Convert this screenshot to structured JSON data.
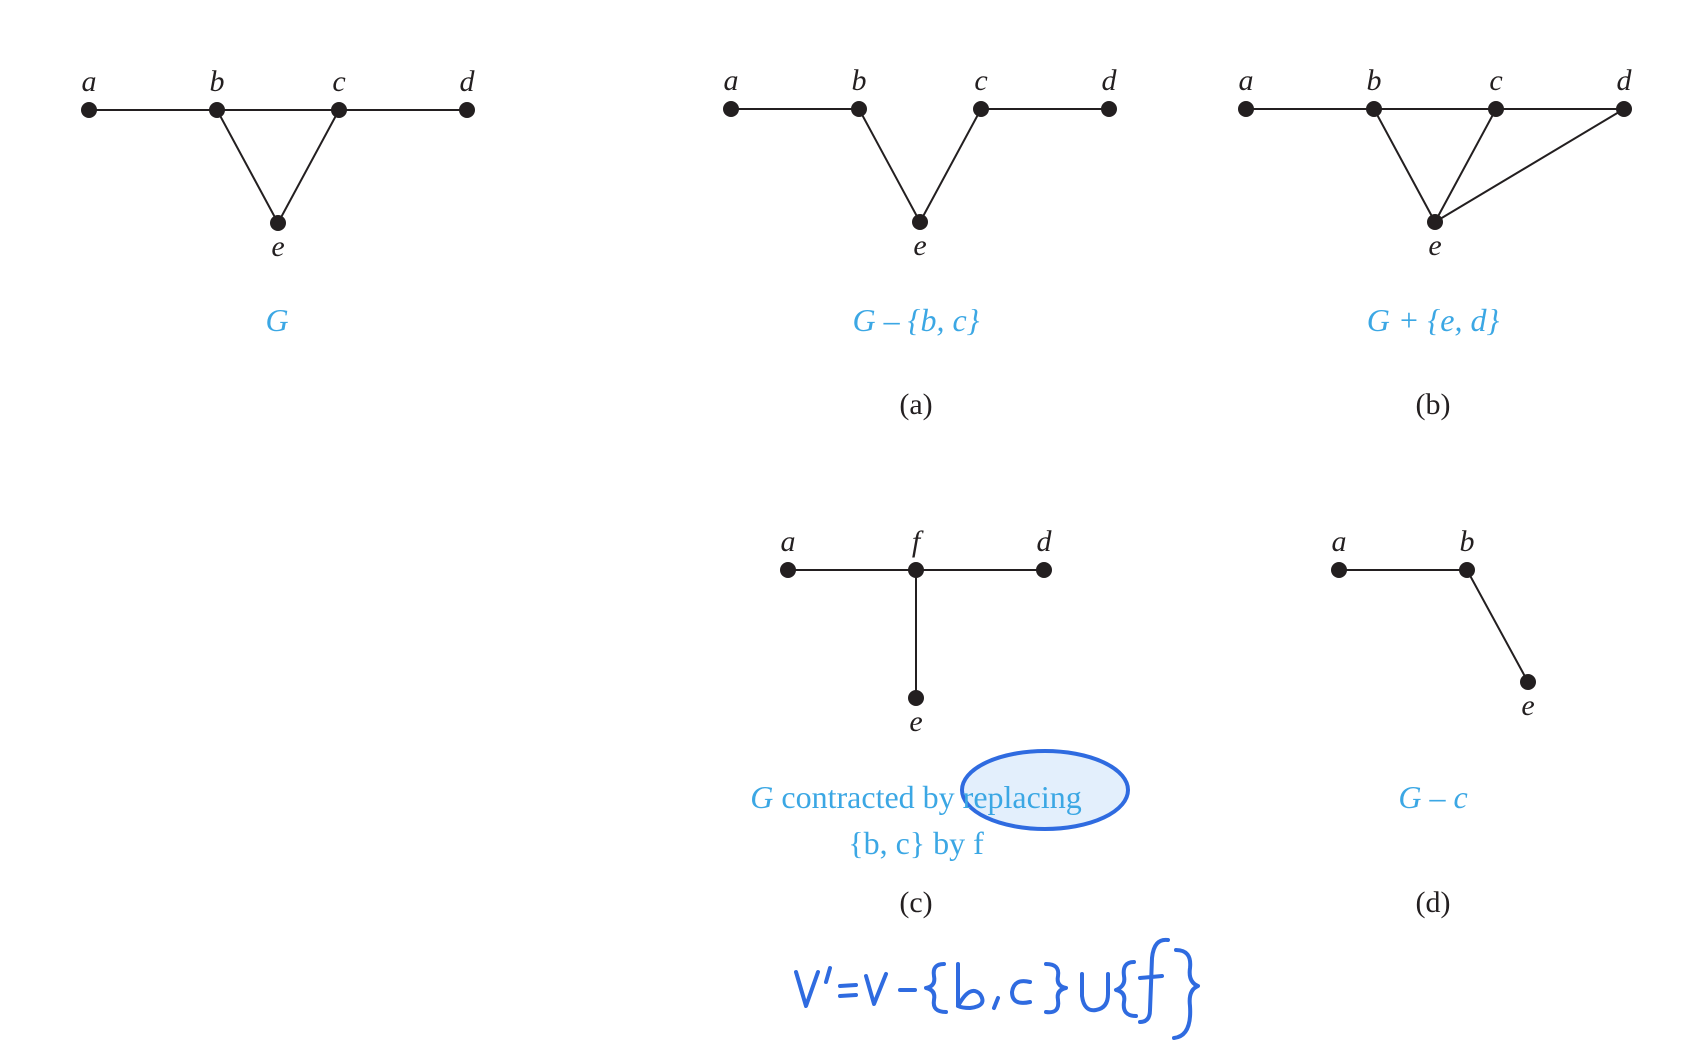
{
  "graphs": [
    {
      "id": "G",
      "caption": "G",
      "sublabel": "",
      "vertices": [
        "a",
        "b",
        "c",
        "d",
        "e"
      ],
      "edges": [
        [
          "a",
          "b"
        ],
        [
          "b",
          "c"
        ],
        [
          "c",
          "d"
        ],
        [
          "b",
          "e"
        ],
        [
          "c",
          "e"
        ]
      ]
    },
    {
      "id": "a",
      "caption_prefix": "G",
      "caption_rest": " – {b, c}",
      "sublabel": "(a)",
      "vertices": [
        "a",
        "b",
        "c",
        "d",
        "e"
      ],
      "edges": [
        [
          "a",
          "b"
        ],
        [
          "c",
          "d"
        ],
        [
          "b",
          "e"
        ],
        [
          "c",
          "e"
        ]
      ]
    },
    {
      "id": "b",
      "caption_prefix": "G",
      "caption_rest": " + {e, d}",
      "sublabel": "(b)",
      "vertices": [
        "a",
        "b",
        "c",
        "d",
        "e"
      ],
      "edges": [
        [
          "a",
          "b"
        ],
        [
          "b",
          "c"
        ],
        [
          "c",
          "d"
        ],
        [
          "b",
          "e"
        ],
        [
          "c",
          "e"
        ],
        [
          "e",
          "d"
        ]
      ]
    },
    {
      "id": "c",
      "caption_line1_prefix": "G",
      "caption_line1_mid": " contracted by ",
      "caption_line1_highlight": "replacing",
      "caption_line2": "{b, c} by f",
      "sublabel": "(c)",
      "vertices": [
        "a",
        "f",
        "d",
        "e"
      ],
      "edges": [
        [
          "a",
          "f"
        ],
        [
          "f",
          "d"
        ],
        [
          "f",
          "e"
        ]
      ]
    },
    {
      "id": "d",
      "caption_prefix": "G",
      "caption_rest": "  –  c",
      "sublabel": "(d)",
      "vertices": [
        "a",
        "b",
        "e"
      ],
      "edges": [
        [
          "a",
          "b"
        ],
        [
          "b",
          "e"
        ]
      ]
    }
  ],
  "handwritten_note": "V'=V-{b,c}∪{f}",
  "colors": {
    "ink": "#231f20",
    "caption": "#3ba7e4",
    "annotation": "#2f6be0",
    "highlight_fill": "#e3effc"
  }
}
